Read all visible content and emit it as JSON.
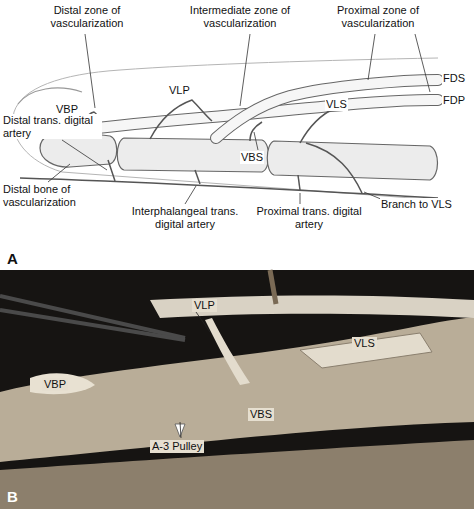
{
  "diagram": {
    "labels": [
      "Distal zone of vascularization",
      "Intermediate zone of vascularization",
      "Proximal zone of vascularization",
      "FDS",
      "FDP",
      "VBP",
      "VLP",
      "VLS",
      "Distal trans. digital artery",
      "VBS",
      "Distal bone of vascularization",
      "Interphalangeal trans. digital artery",
      "Proximal trans. digital artery",
      "Branch to VLS",
      "A",
      "VLP",
      "VLS",
      "VBP",
      "VBS",
      "A-3 Pulley",
      "B"
    ]
  }
}
